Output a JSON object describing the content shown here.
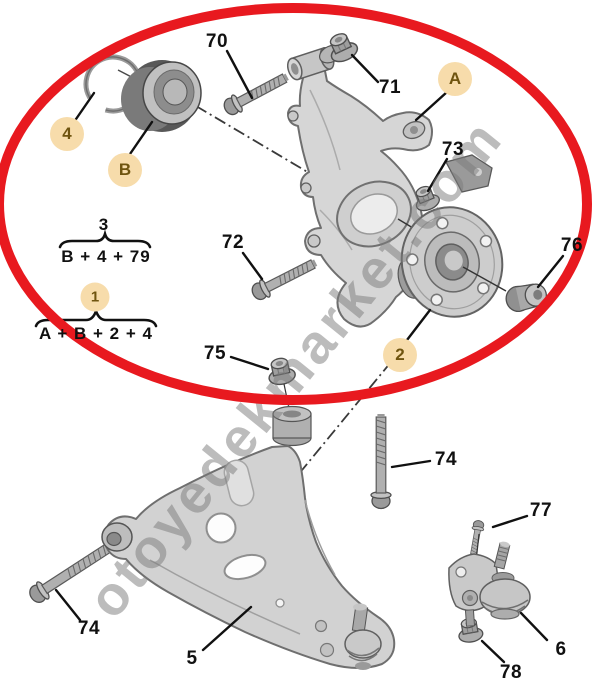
{
  "watermark": {
    "text": "otoyedekmarket.com"
  },
  "colors": {
    "highlight_ring": "#e8191f",
    "badge_bg": "#f7dcab",
    "badge_text": "#6f540f",
    "line": "#111111",
    "watermark": "#7a7a7a"
  },
  "callouts": {
    "c70": "70",
    "c71": "71",
    "c72": "72",
    "c73": "73",
    "c74": "74",
    "c75": "75",
    "c76": "76",
    "c77": "77",
    "c78": "78",
    "c5": "5",
    "c6": "6"
  },
  "badges": {
    "b4": "4",
    "bB": "B",
    "bA": "A",
    "b2": "2",
    "b1": "1"
  },
  "formulas": {
    "f1_top": "3",
    "f1_bottom": "B + 4 + 79",
    "f2_bottom": "A + B + 2 + 4"
  }
}
